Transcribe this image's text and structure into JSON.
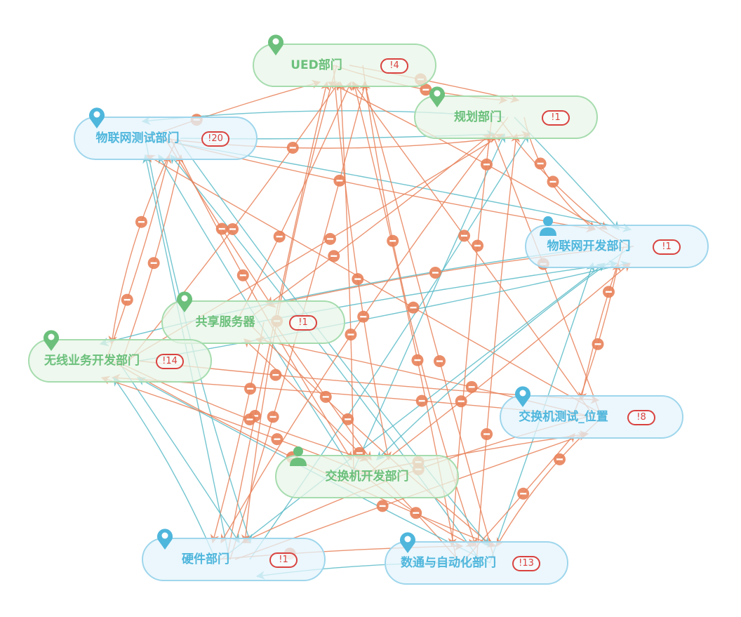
{
  "colors": {
    "orange": "#e8825a",
    "teal": "#5bbcc8",
    "green": "#6cc07c",
    "blue": "#4fb6dc",
    "badge": "#d9423f"
  },
  "nodes": [
    {
      "label": "UED部门",
      "badge": "!4",
      "theme": "green",
      "icon": "map-pin-icon"
    },
    {
      "label": "规划部门",
      "badge": "!1",
      "theme": "green",
      "icon": "map-pin-icon"
    },
    {
      "label": "物联网测试部门",
      "badge": "!20",
      "theme": "blue",
      "icon": "map-pin-icon"
    },
    {
      "label": "物联网开发部门",
      "badge": "!1",
      "theme": "blue",
      "icon": "user-icon"
    },
    {
      "label": "共享服务器",
      "badge": "!1",
      "theme": "green",
      "icon": "map-pin-icon"
    },
    {
      "label": "无线业务开发部门",
      "badge": "!14",
      "theme": "green",
      "icon": "map-pin-icon"
    },
    {
      "label": "交换机测试_位置",
      "badge": "!8",
      "theme": "blue",
      "icon": "map-pin-icon"
    },
    {
      "label": "交换机开发部门",
      "badge": null,
      "theme": "green",
      "icon": "user-icon"
    },
    {
      "label": "硬件部门",
      "badge": "!1",
      "theme": "blue",
      "icon": "map-pin-icon"
    },
    {
      "label": "数通与自动化部门",
      "badge": "!13",
      "theme": "blue",
      "icon": "map-pin-icon"
    }
  ],
  "edges": [
    [
      2,
      0,
      "o"
    ],
    [
      0,
      1,
      "o"
    ],
    [
      0,
      1,
      "o"
    ],
    [
      2,
      1,
      "t"
    ],
    [
      1,
      2,
      "t"
    ],
    [
      2,
      3,
      "t"
    ],
    [
      1,
      3,
      "t"
    ],
    [
      1,
      3,
      "o"
    ],
    [
      1,
      3,
      "o"
    ],
    [
      5,
      2,
      "o"
    ],
    [
      5,
      2,
      "o"
    ],
    [
      2,
      5,
      "o"
    ],
    [
      8,
      2,
      "t"
    ],
    [
      2,
      8,
      "t"
    ],
    [
      9,
      2,
      "t"
    ],
    [
      7,
      2,
      "t"
    ],
    [
      6,
      2,
      "o"
    ],
    [
      2,
      4,
      "o"
    ],
    [
      4,
      0,
      "o"
    ],
    [
      5,
      0,
      "o"
    ],
    [
      8,
      0,
      "o"
    ],
    [
      9,
      0,
      "o"
    ],
    [
      6,
      0,
      "o"
    ],
    [
      7,
      0,
      "o"
    ],
    [
      3,
      0,
      "o"
    ],
    [
      8,
      0,
      "o"
    ],
    [
      9,
      0,
      "o"
    ],
    [
      5,
      1,
      "o"
    ],
    [
      4,
      1,
      "o"
    ],
    [
      8,
      1,
      "t"
    ],
    [
      9,
      1,
      "o"
    ],
    [
      7,
      1,
      "t"
    ],
    [
      6,
      1,
      "o"
    ],
    [
      2,
      1,
      "o"
    ],
    [
      5,
      3,
      "t"
    ],
    [
      4,
      3,
      "t"
    ],
    [
      8,
      3,
      "t"
    ],
    [
      9,
      3,
      "t"
    ],
    [
      7,
      3,
      "o"
    ],
    [
      6,
      3,
      "o"
    ],
    [
      3,
      6,
      "o"
    ],
    [
      2,
      3,
      "o"
    ],
    [
      3,
      4,
      "o"
    ],
    [
      6,
      4,
      "o"
    ],
    [
      9,
      4,
      "o"
    ],
    [
      4,
      8,
      "o"
    ],
    [
      4,
      9,
      "o"
    ],
    [
      4,
      7,
      "o"
    ],
    [
      6,
      5,
      "o"
    ],
    [
      3,
      5,
      "t"
    ],
    [
      9,
      5,
      "t"
    ],
    [
      5,
      8,
      "t"
    ],
    [
      8,
      5,
      "t"
    ],
    [
      7,
      5,
      "o"
    ],
    [
      5,
      9,
      "o"
    ],
    [
      5,
      6,
      "o"
    ],
    [
      8,
      6,
      "o"
    ],
    [
      9,
      6,
      "o"
    ],
    [
      6,
      9,
      "o"
    ],
    [
      6,
      8,
      "o"
    ],
    [
      7,
      6,
      "o"
    ],
    [
      2,
      7,
      "o"
    ],
    [
      0,
      7,
      "o"
    ],
    [
      3,
      7,
      "t"
    ],
    [
      7,
      9,
      "o"
    ],
    [
      8,
      9,
      "o"
    ],
    [
      9,
      8,
      "t"
    ],
    [
      0,
      8,
      "o"
    ],
    [
      0,
      9,
      "o"
    ],
    [
      1,
      8,
      "o"
    ],
    [
      1,
      9,
      "o"
    ],
    [
      2,
      9,
      "t"
    ],
    [
      5,
      7,
      "o"
    ]
  ]
}
